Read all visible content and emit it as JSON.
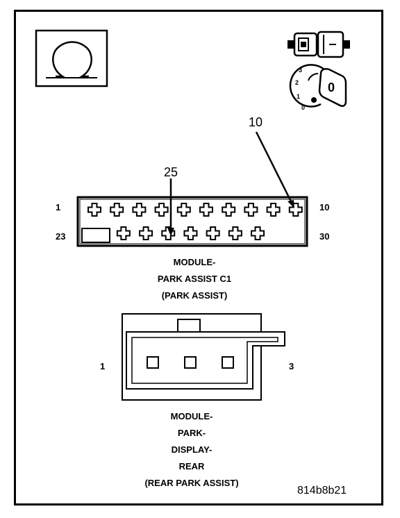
{
  "icons": {
    "ground_symbol": "omega-icon",
    "connector_symbol": "connector-icon",
    "ignition_symbol": "ignition-key-icon"
  },
  "ignition": {
    "positions": [
      "3",
      "2",
      "1",
      "0"
    ],
    "key_label": "0"
  },
  "connector_c1": {
    "pin_labels": {
      "top_left": "1",
      "top_right": "10",
      "bottom_left": "23",
      "bottom_right": "30"
    },
    "callouts": [
      {
        "label": "10",
        "pin": 10
      },
      {
        "label": "25",
        "pin": 25
      }
    ],
    "title_lines": [
      "MODULE-",
      "PARK ASSIST C1",
      "(PARK ASSIST)"
    ]
  },
  "connector_rear": {
    "pin_labels": {
      "left": "1",
      "right": "3"
    },
    "title_lines": [
      "MODULE-",
      "PARK-",
      "DISPLAY-",
      "REAR",
      "(REAR PARK ASSIST)"
    ]
  },
  "figure_id": "814b8b21"
}
